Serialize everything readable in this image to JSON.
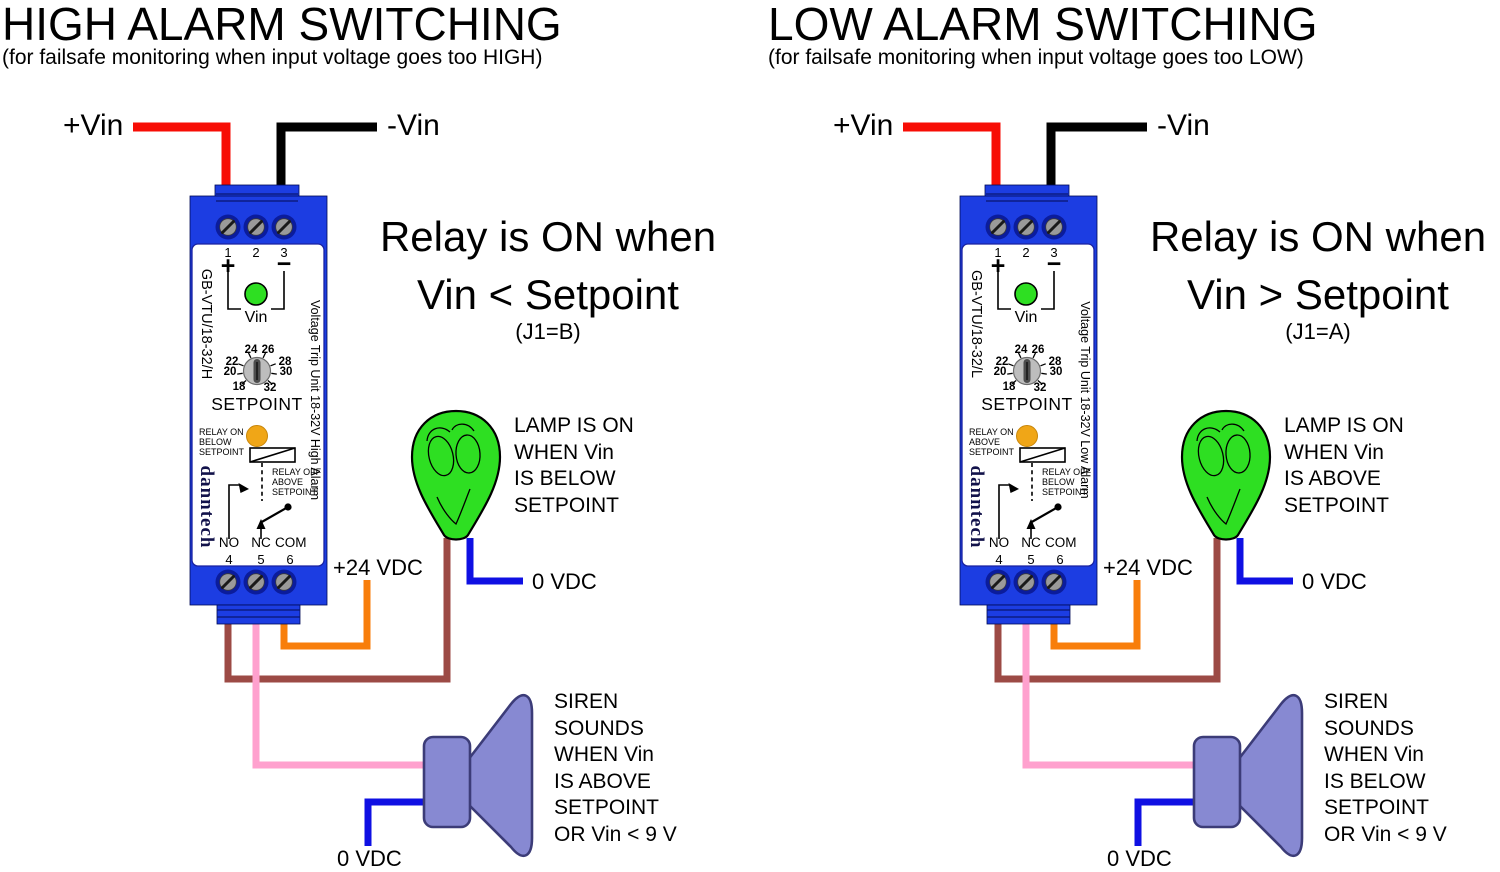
{
  "colors": {
    "red": "#f70d05",
    "black": "#000000",
    "brown": "#9c4a45",
    "pink": "#ffa1ce",
    "orange": "#f87e0b",
    "blue": "#0f10e3",
    "module": "#1c3de2",
    "green": "#2edf22",
    "amber": "#f0a617",
    "knob": "#bdbdbd",
    "siren": "#8789d2",
    "sirenOutline": "#3c3c78"
  },
  "dial_numbers": [
    "18",
    "20",
    "22",
    "24",
    "26",
    "28",
    "30",
    "32"
  ],
  "panels": [
    {
      "title": "HIGH ALARM SWITCHING",
      "subtitle": "(for failsafe monitoring when input voltage goes too HIGH)",
      "vin_plus": "+Vin",
      "vin_minus": "-Vin",
      "relay_rule_line1": "Relay is ON when",
      "relay_rule_line2": "Vin < Setpoint",
      "jumper": "(J1=B)",
      "supply_label": "+24 VDC",
      "lamp_zero_label": "0 VDC",
      "siren_zero_label": "0 VDC",
      "lamp_note": "LAMP IS ON\nWHEN Vin\nIS BELOW\nSETPOINT",
      "siren_note": "SIREN\nSOUNDS\nWHEN Vin\nIS ABOVE\nSETPOINT\nOR Vin < 9 V",
      "module": {
        "model": "GB-VTU/18-32/H",
        "description": "Voltage Trip Unit 18-32V High Alarm",
        "brand": "danntech",
        "top_terminals": [
          "1",
          "2",
          "3"
        ],
        "polarity_plus": "+",
        "polarity_minus": "−",
        "input_led_label": "Vin",
        "setpoint_label": "SETPOINT",
        "relay_on_note": "RELAY ON\nBELOW\nSETPOINT",
        "relay_off_note": "RELAY OFF\nABOVE\nSETPOINT",
        "contact_labels": [
          "NO",
          "NC",
          "COM"
        ],
        "bottom_terminals": [
          "4",
          "5",
          "6"
        ]
      }
    },
    {
      "title": "LOW ALARM SWITCHING",
      "subtitle": "(for failsafe monitoring when input voltage goes too LOW)",
      "vin_plus": "+Vin",
      "vin_minus": "-Vin",
      "relay_rule_line1": "Relay is ON when",
      "relay_rule_line2": "Vin > Setpoint",
      "jumper": "(J1=A)",
      "supply_label": "+24 VDC",
      "lamp_zero_label": "0 VDC",
      "siren_zero_label": "0 VDC",
      "lamp_note": "LAMP IS ON\nWHEN Vin\nIS ABOVE\nSETPOINT",
      "siren_note": "SIREN\nSOUNDS\nWHEN Vin\nIS BELOW\nSETPOINT\nOR Vin < 9 V",
      "module": {
        "model": "GB-VTU/18-32/L",
        "description": "Voltage Trip Unit 18-32V Low Alarm",
        "brand": "danntech",
        "top_terminals": [
          "1",
          "2",
          "3"
        ],
        "polarity_plus": "+",
        "polarity_minus": "−",
        "input_led_label": "Vin",
        "setpoint_label": "SETPOINT",
        "relay_on_note": "RELAY ON\nABOVE\nSETPOINT",
        "relay_off_note": "RELAY OFF\nBELOW\nSETPOINT",
        "contact_labels": [
          "NO",
          "NC",
          "COM"
        ],
        "bottom_terminals": [
          "4",
          "5",
          "6"
        ]
      }
    }
  ]
}
